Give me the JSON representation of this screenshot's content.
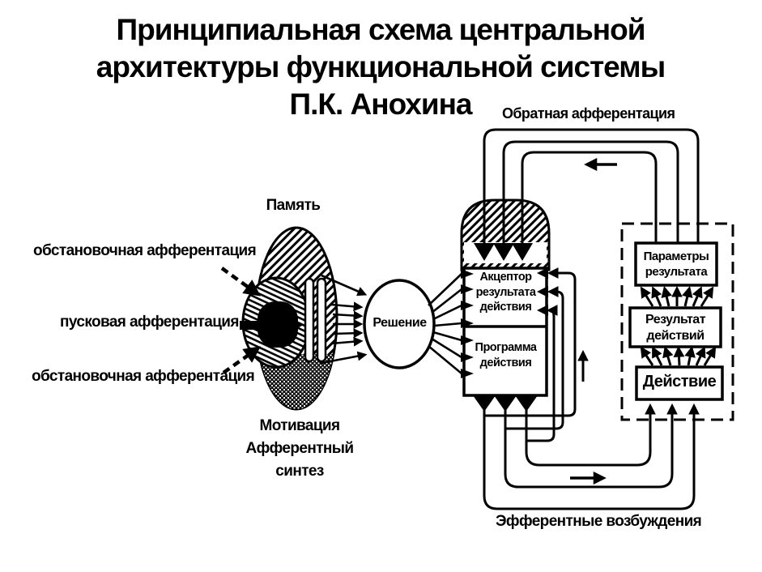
{
  "page": {
    "background": "#ffffff",
    "ink": "#000000"
  },
  "title": {
    "lines": [
      "Принципиальная схема центральной",
      "архитектуры функциональной системы",
      "П.К. Анохина"
    ]
  },
  "labels": {
    "feedback": "Обратная афферентация",
    "memory": "Память",
    "situational_top": "обстановочная афферентация",
    "trigger": "пусковая афферентация",
    "situational_bottom": "обстановочная афферентация",
    "motivation": [
      "Мотивация",
      "Афферентный",
      "синтез"
    ],
    "efferent": "Эфферентные возбуждения"
  },
  "nodes": {
    "decision": "Решение",
    "acceptor": [
      "Акцептор",
      "результата",
      "действия"
    ],
    "program": [
      "Программа",
      "действия"
    ],
    "result_params": [
      "Параметры",
      "результата"
    ],
    "result_actions": [
      "Результат",
      "действий"
    ],
    "action": "Действие"
  }
}
